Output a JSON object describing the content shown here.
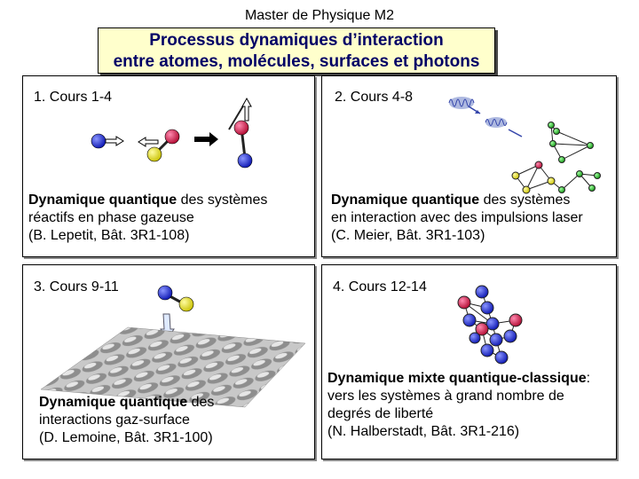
{
  "header": {
    "subtitle": "Master de Physique M2",
    "title_line1": "Processus dynamiques d’interaction",
    "title_line2": "entre atomes, molécules, surfaces et photons"
  },
  "panels": [
    {
      "label": "1. Cours 1-4",
      "desc_bold": "Dynamique quantique",
      "desc_rest": " des systèmes",
      "desc_line2": "réactifs en phase gazeuse",
      "desc_line3": "(B. Lepetit, Bât. 3R1-108)"
    },
    {
      "label": "2. Cours 4-8",
      "desc_bold": "Dynamique quantique",
      "desc_rest": " des systèmes",
      "desc_line2": "en interaction avec des impulsions laser",
      "desc_line3": "(C. Meier, Bât. 3R1-103)"
    },
    {
      "label": "3. Cours 9-11",
      "desc_bold": "Dynamique quantique",
      "desc_rest": " des",
      "desc_line2": "interactions gaz-surface",
      "desc_line3": "(D. Lemoine, Bât. 3R1-100)"
    },
    {
      "label": "4. Cours 12-14",
      "desc_bold": "Dynamique mixte quantique-classique",
      "desc_rest": ":",
      "desc_line2": "vers les systèmes à grand nombre de",
      "desc_line3": "degrés de liberté",
      "desc_line4": "(N. Halberstadt, Bât. 3R1-216)"
    }
  ],
  "colors": {
    "title_bg": "#ffffcc",
    "title_text": "#000066",
    "atom_blue": "#1a2ae0",
    "atom_red": "#e0104a",
    "atom_yellow": "#f2ec10",
    "atom_green": "#22c022"
  }
}
